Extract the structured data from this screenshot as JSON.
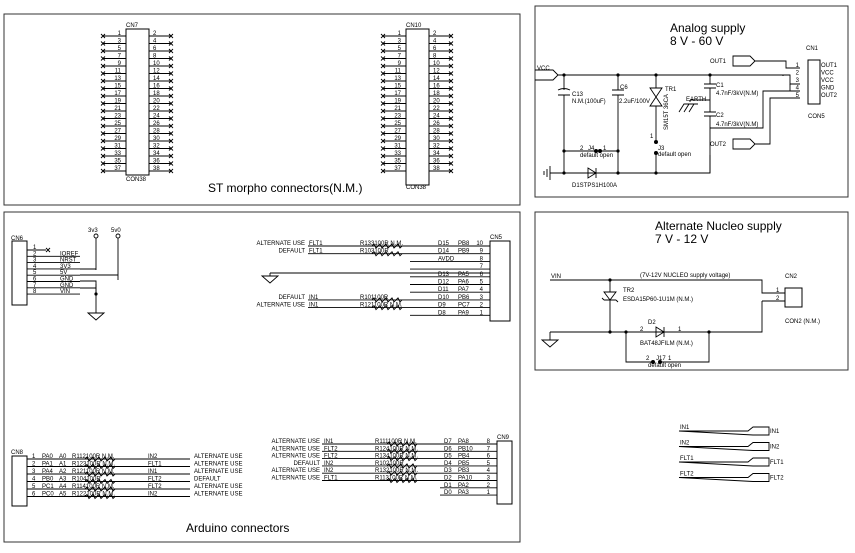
{
  "morpho": {
    "title": "ST morpho connectors(N.M.)",
    "cn7": {
      "ref": "CN7",
      "value": "CON38"
    },
    "cn10": {
      "ref": "CN10",
      "value": "CON38"
    },
    "left_pins": [
      "1",
      "3",
      "5",
      "7",
      "9",
      "11",
      "13",
      "15",
      "17",
      "19",
      "21",
      "23",
      "25",
      "27",
      "29",
      "31",
      "33",
      "35",
      "37"
    ],
    "right_pins": [
      "2",
      "4",
      "6",
      "8",
      "10",
      "12",
      "14",
      "16",
      "18",
      "20",
      "22",
      "24",
      "26",
      "28",
      "30",
      "32",
      "34",
      "36",
      "38"
    ]
  },
  "analog": {
    "title_line1": "Analog supply",
    "title_line2": "8 V - 60 V",
    "vcc": "VCC",
    "out1": "OUT1",
    "out2": "OUT2",
    "earth": "EARTH",
    "c13": {
      "ref": "C13",
      "value": "N.M.(100uF)"
    },
    "c6": {
      "ref": "C6",
      "value": "2.2uF/100V"
    },
    "tr1": {
      "ref": "TR1",
      "value": "SM15T 36CA"
    },
    "c1": {
      "ref": "C1",
      "value": "4.7nF/3kV(N.M)"
    },
    "c2": {
      "ref": "C2",
      "value": "4.7nF/3kV(N.M)"
    },
    "j4": {
      "ref": "J4",
      "pin_a": "2",
      "pin_b": "1",
      "note": "default open"
    },
    "j3": {
      "ref": "J3",
      "pin_a": "1",
      "pin_b": "2",
      "note": "default open"
    },
    "d1": {
      "ref": "D1",
      "value": "STPS1H100A",
      "label": "D1STPS1H100A"
    },
    "cn1": {
      "ref": "CN1",
      "value": "CON5",
      "pins": [
        {
          "num": "1",
          "name": "OUT1"
        },
        {
          "num": "2",
          "name": "VCC"
        },
        {
          "num": "3",
          "name": "VCC"
        },
        {
          "num": "4",
          "name": "GND"
        },
        {
          "num": "5",
          "name": "OUT2"
        }
      ]
    }
  },
  "cn6": {
    "ref": "CN6",
    "rail_3v3": "3v3",
    "rail_5v0": "5v0",
    "pins": [
      {
        "num": "1",
        "name": ""
      },
      {
        "num": "2",
        "name": "IOREF"
      },
      {
        "num": "3",
        "name": "NRST"
      },
      {
        "num": "4",
        "name": "3V3"
      },
      {
        "num": "5",
        "name": "5V"
      },
      {
        "num": "6",
        "name": "GND"
      },
      {
        "num": "7",
        "name": "GND"
      },
      {
        "num": "8",
        "name": "VIN"
      }
    ]
  },
  "cn5": {
    "ref": "CN5",
    "rows": [
      {
        "use": "ALTERNATE USE",
        "net": "FLT1",
        "res": "R133100R N.M.",
        "ard": "D15",
        "port": "PB8",
        "pin": "10"
      },
      {
        "use": "DEFAULT",
        "net": "FLT1",
        "res": "R103100R",
        "ard": "D14",
        "port": "PB9",
        "pin": "9"
      },
      {
        "use": "",
        "net": "",
        "res": "",
        "ard": "AVDD",
        "port": "",
        "pin": "8"
      },
      {
        "use": "",
        "net": "",
        "res": "",
        "ard": "",
        "port": "",
        "pin": "7"
      },
      {
        "use": "",
        "net": "",
        "res": "",
        "ard": "D13",
        "port": "PA5",
        "pin": "6"
      },
      {
        "use": "",
        "net": "",
        "res": "",
        "ard": "D12",
        "port": "PA6",
        "pin": "5"
      },
      {
        "use": "",
        "net": "",
        "res": "",
        "ard": "D11",
        "port": "PA7",
        "pin": "4"
      },
      {
        "use": "DEFAULT",
        "net": "IN1",
        "res": "R101100R",
        "ard": "D10",
        "port": "PB6",
        "pin": "3"
      },
      {
        "use": "ALTERNATE USE",
        "net": "IN1",
        "res": "R121100R N.M.",
        "ard": "D9",
        "port": "PC7",
        "pin": "2"
      },
      {
        "use": "",
        "net": "",
        "res": "",
        "ard": "D8",
        "port": "PA9",
        "pin": "1"
      }
    ]
  },
  "cn8": {
    "ref": "CN8",
    "rows": [
      {
        "pin": "1",
        "port": "PA0",
        "ard": "A0",
        "res": "R112100R N.M.",
        "net": "IN2",
        "use": "ALTERNATE USE"
      },
      {
        "pin": "2",
        "port": "PA1",
        "ard": "A1",
        "res": "R123100R N.M.",
        "net": "FLT1",
        "use": "ALTERNATE USE"
      },
      {
        "pin": "3",
        "port": "PA4",
        "ard": "A2",
        "res": "R121100R N.M.",
        "net": "IN1",
        "use": "ALTERNATE USE"
      },
      {
        "pin": "4",
        "port": "PB0",
        "ard": "A3",
        "res": "R104100R",
        "net": "FLT2",
        "use": "DEFAULT"
      },
      {
        "pin": "5",
        "port": "PC1",
        "ard": "A4",
        "res": "R114100R N.M.",
        "net": "FLT2",
        "use": "ALTERNATE USE"
      },
      {
        "pin": "6",
        "port": "PC0",
        "ard": "A5",
        "res": "R122100R N.M.",
        "net": "IN2",
        "use": "ALTERNATE USE"
      }
    ]
  },
  "cn9": {
    "ref": "CN9",
    "rows": [
      {
        "use": "ALTERNATE USE",
        "net": "IN1",
        "res": "R111100R N.M.",
        "ard": "D7",
        "port": "PA8",
        "pin": "8"
      },
      {
        "use": "ALTERNATE USE",
        "net": "FLT2",
        "res": "R124100R N.M.",
        "ard": "D6",
        "port": "PB10",
        "pin": "7"
      },
      {
        "use": "ALTERNATE USE",
        "net": "FLT2",
        "res": "R134100R N.M.",
        "ard": "D5",
        "port": "PB4",
        "pin": "6"
      },
      {
        "use": "DEFAULT",
        "net": "IN2",
        "res": "R102100R",
        "ard": "D4",
        "port": "PB5",
        "pin": "5"
      },
      {
        "use": "ALTERNATE USE",
        "net": "IN2",
        "res": "R132100R N.M.",
        "ard": "D3",
        "port": "PB3",
        "pin": "4"
      },
      {
        "use": "ALTERNATE USE",
        "net": "FLT1",
        "res": "R113100R N.M.",
        "ard": "D2",
        "port": "PA10",
        "pin": "3"
      },
      {
        "use": "",
        "net": "",
        "res": "",
        "ard": "D1",
        "port": "PA2",
        "pin": "2"
      },
      {
        "use": "",
        "net": "",
        "res": "",
        "ard": "D0",
        "port": "PA3",
        "pin": "1"
      }
    ]
  },
  "arduino": {
    "title": "Arduino connectors"
  },
  "nucleo": {
    "title_line1": "Alternate Nucleo supply",
    "title_line2": "7 V - 12 V",
    "vin": "VIN",
    "note": "(7V-12V NUCLEO supply voltage)",
    "tr2": {
      "ref": "TR2",
      "value": "ESDA15P60-1U1M (N.M.)"
    },
    "d2": {
      "ref": "D2",
      "value": "BAT48JFILM (N.M.)",
      "pin_a": "2",
      "pin_b": "1"
    },
    "j17": {
      "ref": "J17",
      "pin_a": "2",
      "pin_b": "1",
      "note": "default open"
    },
    "cn2": {
      "ref": "CN2",
      "value": "CON2 (N.M.)",
      "pins": [
        "1",
        "2"
      ]
    }
  },
  "net_ports": [
    {
      "net": "IN1",
      "port": "IN1"
    },
    {
      "net": "IN2",
      "port": "IN2"
    },
    {
      "net": "FLT1",
      "port": "FLT1"
    },
    {
      "net": "FLT2",
      "port": "FLT2"
    }
  ]
}
